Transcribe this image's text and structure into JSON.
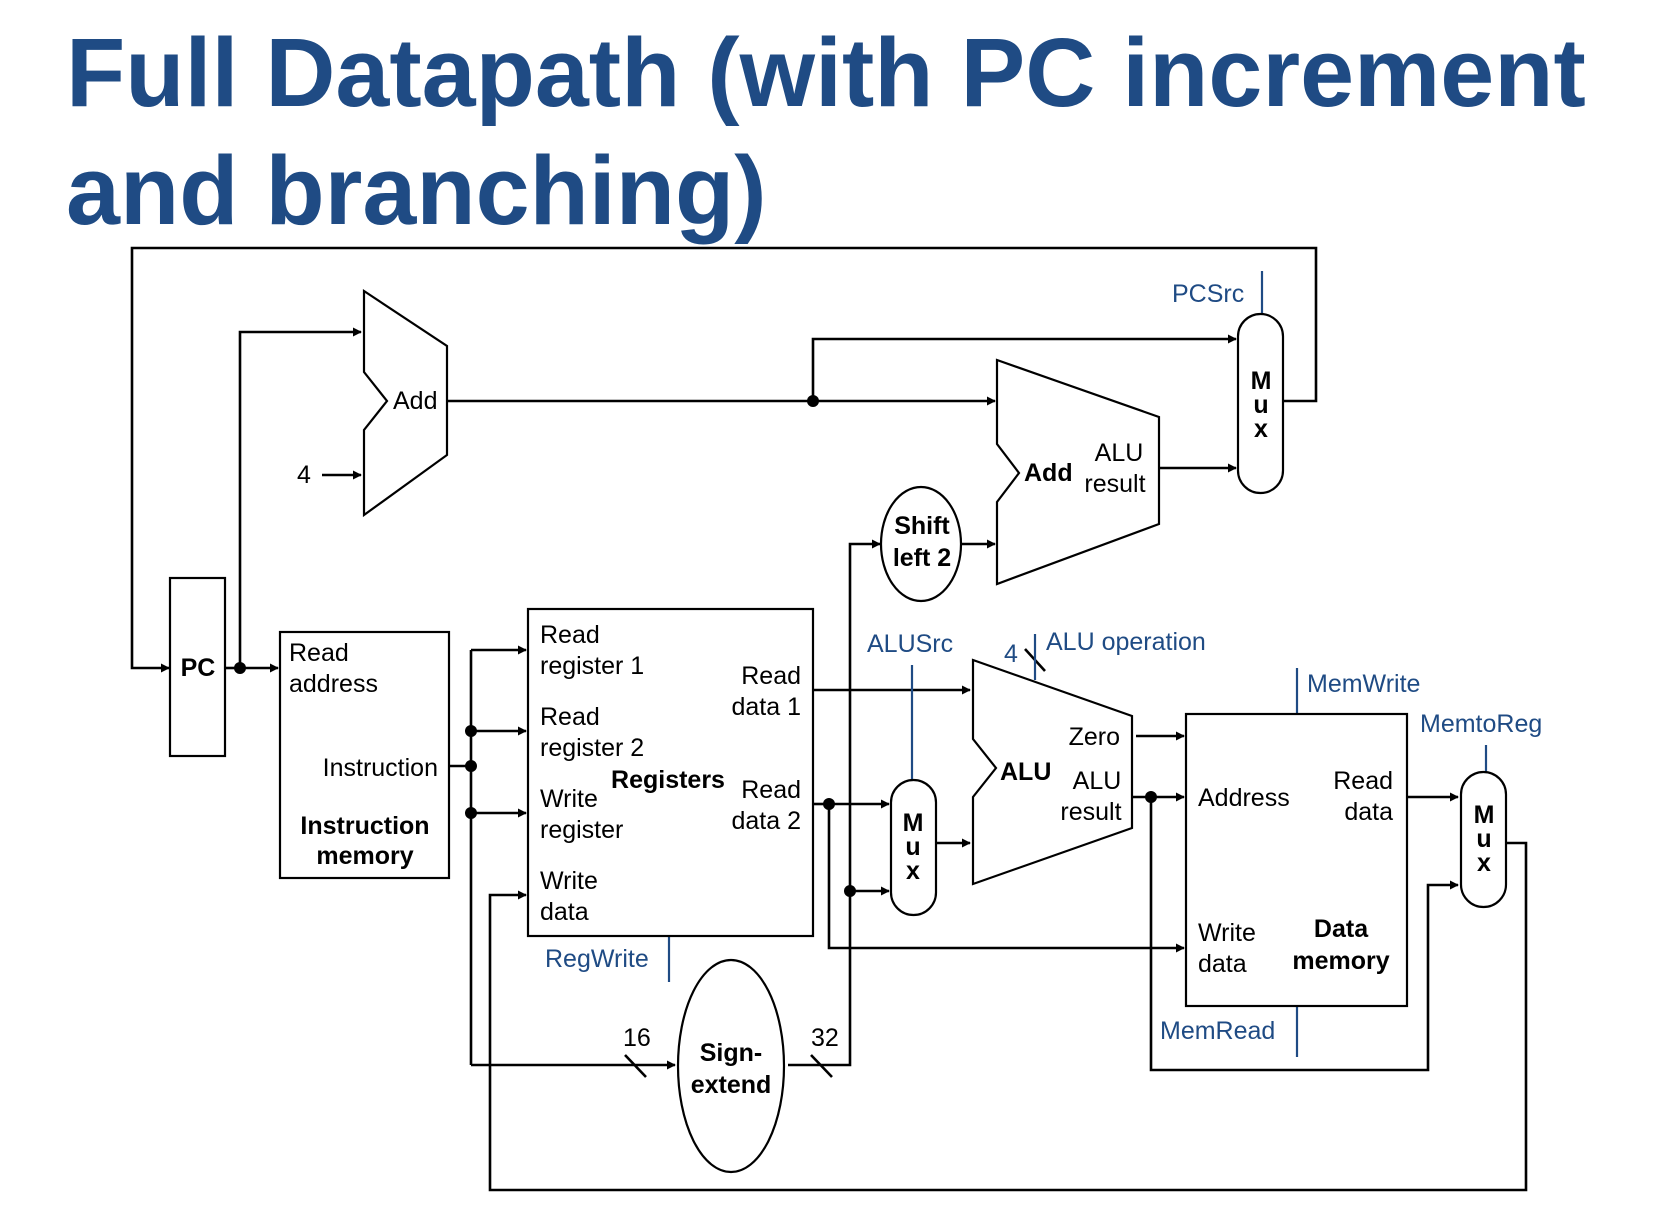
{
  "title": "Full Datapath (with PC increment and branching)",
  "colors": {
    "title": "#1f4b84",
    "control": "#1f4b84",
    "wire": "#000000"
  },
  "components": {
    "pc": {
      "label": "PC"
    },
    "pc_adder": {
      "label": "Add",
      "const_input": "4"
    },
    "instruction_memory": {
      "port_read_address": [
        "Read",
        "address"
      ],
      "port_instruction": "Instruction",
      "name": [
        "Instruction",
        "memory"
      ]
    },
    "registers": {
      "port_read_reg1": [
        "Read",
        "register 1"
      ],
      "port_read_reg2": [
        "Read",
        "register 2"
      ],
      "port_write_reg": [
        "Write",
        "register"
      ],
      "port_write_data": [
        "Write",
        "data"
      ],
      "port_read_data1": [
        "Read",
        "data 1"
      ],
      "port_read_data2": [
        "Read",
        "data 2"
      ],
      "name": "Registers"
    },
    "sign_extend": {
      "name": [
        "Sign-",
        "extend"
      ],
      "in_width": "16",
      "out_width": "32"
    },
    "shift_left": {
      "name": [
        "Shift",
        "left 2"
      ]
    },
    "branch_adder": {
      "label": "Add",
      "result": [
        "ALU",
        "result"
      ]
    },
    "alu": {
      "label": "ALU",
      "zero": "Zero",
      "result": [
        "ALU",
        "result"
      ],
      "op_width": "4"
    },
    "data_memory": {
      "port_address": "Address",
      "port_read_data": [
        "Read",
        "data"
      ],
      "port_write_data": [
        "Write",
        "data"
      ],
      "name": [
        "Data",
        "memory"
      ]
    },
    "mux": {
      "letters": [
        "M",
        "u",
        "x"
      ]
    }
  },
  "control_signals": {
    "pcsrc": "PCSrc",
    "alusrc": "ALUSrc",
    "alu_operation": "ALU operation",
    "memwrite": "MemWrite",
    "memtoreg": "MemtoReg",
    "regwrite": "RegWrite",
    "memread": "MemRead"
  }
}
